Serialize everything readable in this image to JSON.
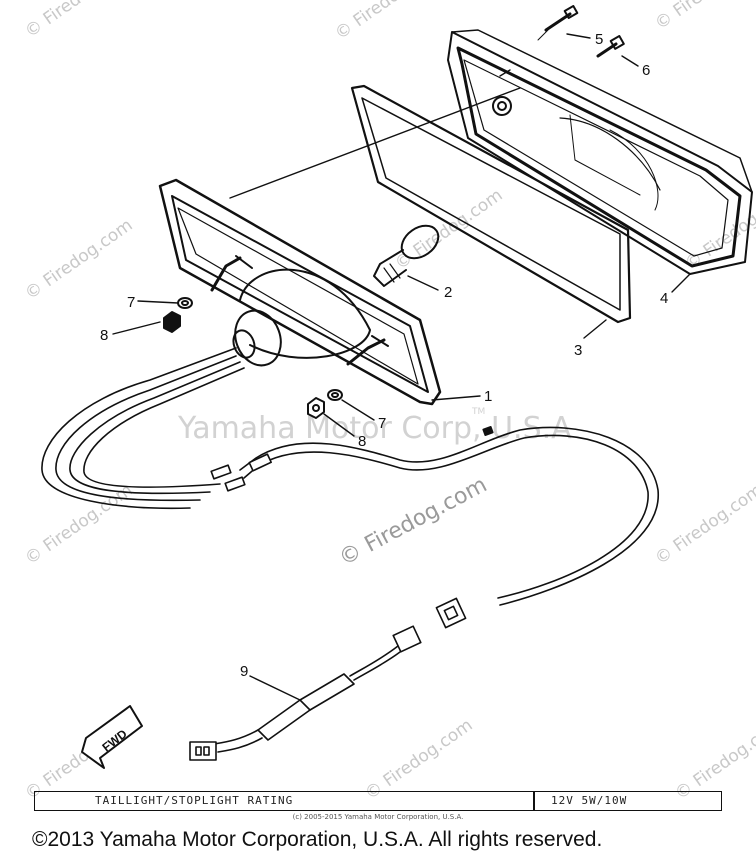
{
  "watermarks": {
    "main": "Yamaha Motor Corp, U.S.A",
    "center": "© Firedog.com",
    "tile": "© Firedog.com",
    "tm": "TM"
  },
  "callouts": {
    "c1": "1",
    "c2": "2",
    "c3": "3",
    "c4": "4",
    "c5": "5",
    "c6": "6",
    "c7a": "7",
    "c7b": "7",
    "c8a": "8",
    "c8b": "8",
    "c9": "9"
  },
  "fwd_label": "FWD",
  "rating": {
    "label": "TAILLIGHT/STOPLIGHT RATING",
    "value": "12V 5W/10W"
  },
  "copyright_small": "(c) 2005-2015 Yamaha Motor Corporation, U.S.A.",
  "copyright": "©2013 Yamaha Motor Corporation, U.S.A. All rights reserved.",
  "colors": {
    "line": "#111111",
    "watermark": "#c8c8c8"
  }
}
